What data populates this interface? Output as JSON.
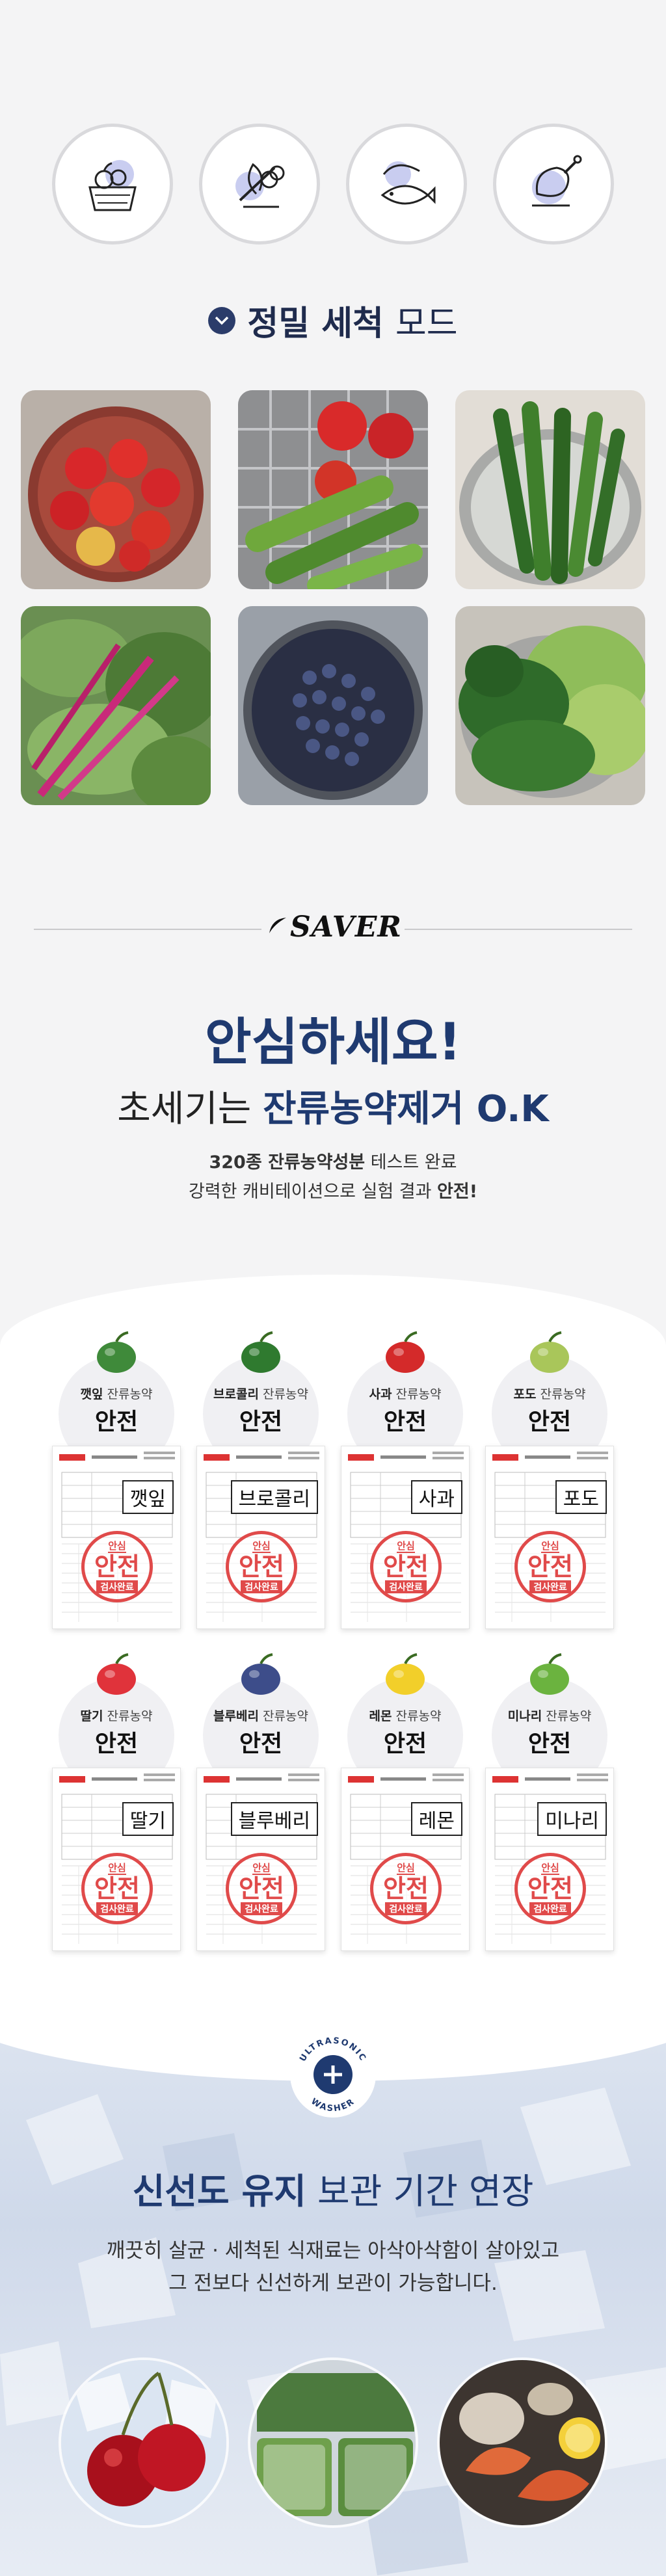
{
  "categories": [
    {
      "icon": "fruit-basket-icon"
    },
    {
      "icon": "vegetables-icon"
    },
    {
      "icon": "seafood-icon"
    },
    {
      "icon": "meat-icon"
    }
  ],
  "mode": {
    "title_bold": "정밀 세척",
    "title_normal": "모드"
  },
  "photos": [
    {
      "icon": "tomatoes-in-colander"
    },
    {
      "icon": "tomatoes-cucumbers-in-rack"
    },
    {
      "icon": "cucumbers-in-bowl"
    },
    {
      "icon": "greens-and-chard"
    },
    {
      "icon": "blueberries-in-strainer"
    },
    {
      "icon": "lettuce-perilla-in-bowl"
    }
  ],
  "brand": {
    "logo_text": "SAVER"
  },
  "hero": {
    "headline": "안심하세요!",
    "sub_prefix": "초세기는 ",
    "sub_bold": "잔류농약제거 O.K",
    "desc1_bold": "320종 잔류농약성분",
    "desc1_rest": " 테스트 완료",
    "desc2_prefix": "강력한 캐비테이션으로 실험 결과 ",
    "desc2_bold": "안전!"
  },
  "produce": [
    {
      "name": "깻잎",
      "suffix": " 잔류농약",
      "safe": "안전",
      "label": "깻잎",
      "color": "#3f8a3a"
    },
    {
      "name": "브로콜리",
      "suffix": " 잔류농약",
      "safe": "안전",
      "label": "브로콜리",
      "color": "#2f7a2f"
    },
    {
      "name": "사과",
      "suffix": " 잔류농약",
      "safe": "안전",
      "label": "사과",
      "color": "#d42a2a"
    },
    {
      "name": "포도",
      "suffix": " 잔류농약",
      "safe": "안전",
      "label": "포도",
      "color": "#a9c65a"
    },
    {
      "name": "딸기",
      "suffix": " 잔류농약",
      "safe": "안전",
      "label": "딸기",
      "color": "#e0333b"
    },
    {
      "name": "블루베리",
      "suffix": " 잔류농약",
      "safe": "안전",
      "label": "블루베리",
      "color": "#3d4d8a"
    },
    {
      "name": "레몬",
      "suffix": " 잔류농약",
      "safe": "안전",
      "label": "레몬",
      "color": "#f2cf2a"
    },
    {
      "name": "미나리",
      "suffix": " 잔류농약",
      "safe": "안전",
      "label": "미나리",
      "color": "#6bb33f"
    }
  ],
  "stamp": {
    "top": "안심",
    "main": "안전",
    "bottom": "검사완료"
  },
  "fresh": {
    "badge_top": "ULTRASONIC",
    "badge_bottom": "WASHER",
    "title_bold": "신선도 유지",
    "title_rest": " 보관 기간 연장",
    "desc1": "깨끗히 살균 · 세척된 식재료는 아삭아삭함이 살아있고",
    "desc2": "그 전보다 신선하게 보관이 가능합니다."
  },
  "round_photos": [
    {
      "icon": "cherries-on-ice"
    },
    {
      "icon": "packed-greens-in-fridge"
    },
    {
      "icon": "shrimp-and-lemon"
    }
  ],
  "colors": {
    "navy": "#1f3a70",
    "stamp_red": "#e04a4a"
  }
}
